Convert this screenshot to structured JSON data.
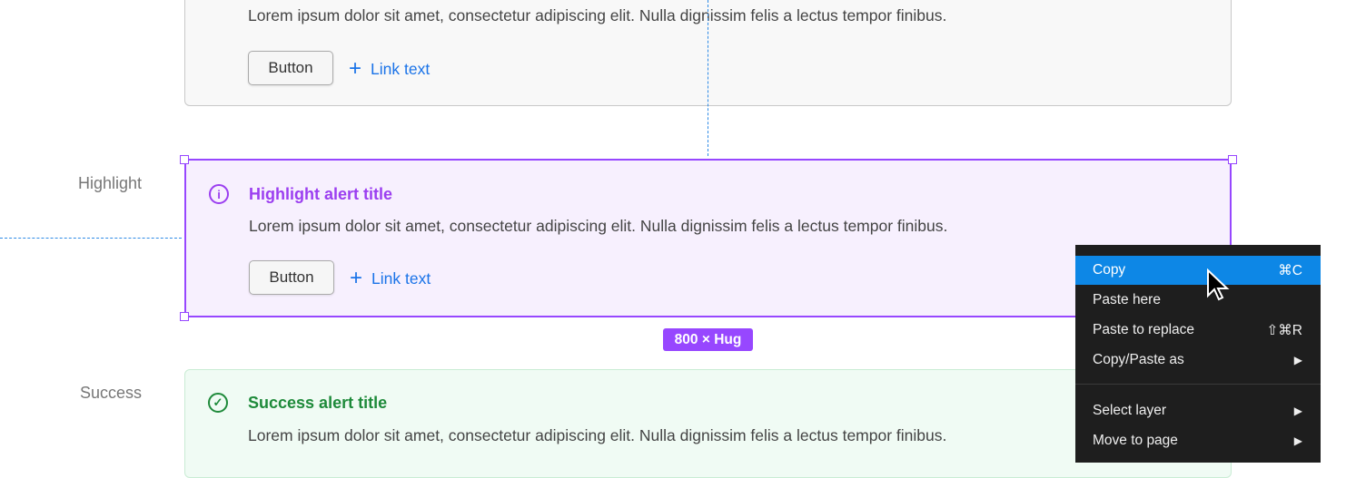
{
  "alerts": {
    "default": {
      "body": "Lorem ipsum dolor sit amet, consectetur adipiscing elit. Nulla dignissim felis a lectus tempor finibus.",
      "button": "Button",
      "link": "Link text"
    },
    "highlight": {
      "label": "Highlight",
      "title": "Highlight alert title",
      "body": "Lorem ipsum dolor sit amet, consectetur adipiscing elit. Nulla dignissim felis a lectus tempor finibus.",
      "button": "Button",
      "link": "Link text",
      "icon": "info-icon",
      "color": "#9b3ef0"
    },
    "success": {
      "label": "Success",
      "title": "Success alert title",
      "body": "Lorem ipsum dolor sit amet, consectetur adipiscing elit. Nulla dignissim felis a lectus tempor finibus.",
      "icon": "check-circle-icon",
      "color": "#1e8a3a"
    }
  },
  "selection": {
    "size_badge": "800 × Hug",
    "color": "#9747ff"
  },
  "context_menu": {
    "items": [
      {
        "label": "Copy",
        "shortcut": "⌘C",
        "active": true
      },
      {
        "label": "Paste here",
        "shortcut": ""
      },
      {
        "label": "Paste to replace",
        "shortcut": "⇧⌘R"
      },
      {
        "label": "Copy/Paste as",
        "shortcut": "▶"
      },
      {
        "label": "Select layer",
        "shortcut": "▶"
      },
      {
        "label": "Move to page",
        "shortcut": "▶"
      }
    ],
    "highlight_color": "#0d87e6"
  }
}
